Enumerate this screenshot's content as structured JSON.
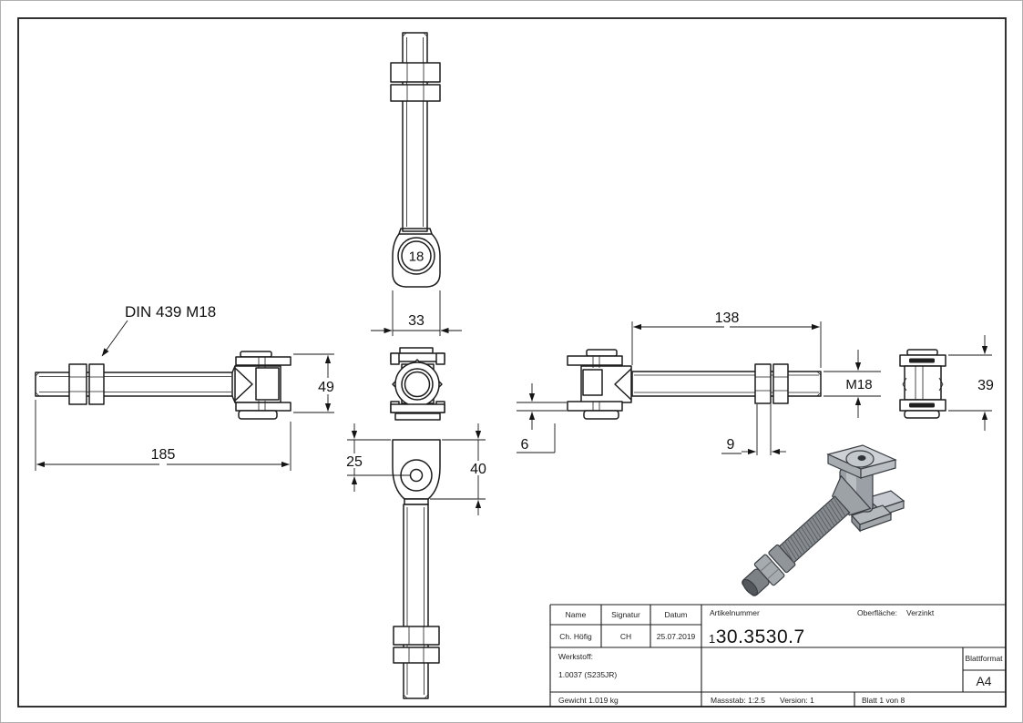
{
  "annotations": {
    "din_note": "DIN 439 M18",
    "dim_total_length": "185",
    "dim_bracket_height": "49",
    "dim_head_width": "33",
    "dim_hole_diameter": "18",
    "dim_hole_offset": "25",
    "dim_head_height": "40",
    "dim_plate_thickness": "6",
    "dim_thread_length": "138",
    "dim_thread": "M18",
    "dim_nut_thickness": "9",
    "dim_end_height": "39"
  },
  "title_block": {
    "labels": {
      "name": "Name",
      "signatur": "Signatur",
      "datum": "Datum",
      "artikelnummer": "Artikelnummer",
      "oberflaeche": "Oberfläche:",
      "werkstoff": "Werkstoff:",
      "blattformat": "Blattformat"
    },
    "values": {
      "name": "Ch. Höfig",
      "signatur": "CH",
      "datum": "25.07.2019",
      "artikelnummer": "130.3530.7",
      "oberflaeche": "Verzinkt",
      "werkstoff": "1.0037 (S235JR)",
      "blattformat": "A4",
      "gewicht": "Gewicht 1.019 kg",
      "massstab": "Massstab: 1:2.5",
      "version": "Version: 1",
      "blatt": "Blatt 1 von 8"
    }
  }
}
